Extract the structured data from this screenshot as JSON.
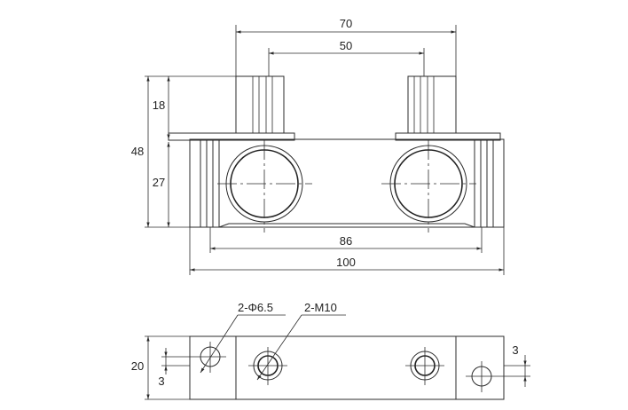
{
  "colors": {
    "line": "#2b2b2b",
    "background": "#ffffff"
  },
  "dimensions": {
    "d70": "70",
    "d50": "50",
    "d18": "18",
    "d48": "48",
    "d27": "27",
    "d86": "86",
    "d100": "100",
    "d20": "20",
    "d3_left": "3",
    "d3_right": "3"
  },
  "callouts": {
    "thru_holes": "2-Φ6.5",
    "threaded_holes": "2-M10"
  }
}
